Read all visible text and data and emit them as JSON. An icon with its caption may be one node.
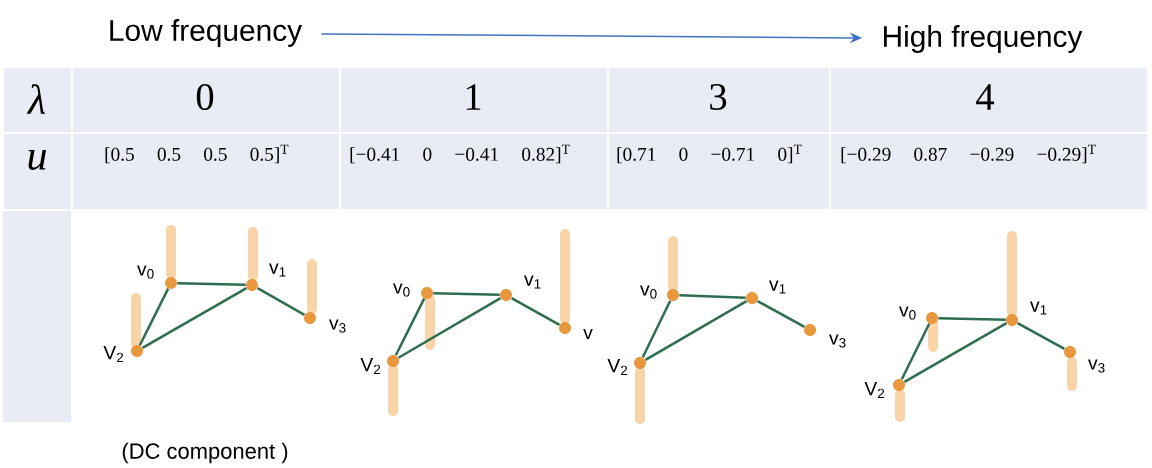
{
  "diagram": {
    "nodes": [
      {
        "text": [
          "Low frequency"
        ]
      },
      {
        "text": [
          "High frequency"
        ]
      },
      {
        "text": [],
        "shape": "circle",
        "beside": [
          "v$_{0}$"
        ]
      },
      {
        "text": [],
        "shape": "circle",
        "beside": [
          "v$_{1}$"
        ]
      },
      {
        "text": [],
        "shape": "circle",
        "beside": [
          "V$_{2}$"
        ]
      },
      {
        "text": [],
        "shape": "circle",
        "beside": [
          "v$_{3}$"
        ]
      },
      {
        "text": [],
        "shape": "circle",
        "beside": [
          "v$_{0}$"
        ]
      },
      {
        "text": [],
        "shape": "circle",
        "beside": [
          "v$_{1}$"
        ]
      },
      {
        "text": [],
        "shape": "circle",
        "beside": [
          "V$_{2}$"
        ]
      },
      {
        "text": [],
        "shape": "circle",
        "beside": [
          "v"
        ]
      },
      {
        "text": [],
        "shape": "circle",
        "beside": [
          "v$_{0}$"
        ]
      },
      {
        "text": [],
        "shape": "circle",
        "beside": [
          "v$_{1}$"
        ]
      },
      {
        "text": [],
        "shape": "circle",
        "beside": [
          "V$_{2}$"
        ]
      },
      {
        "text": [],
        "shape": "circle",
        "beside": [
          "v$_{3}$"
        ]
      },
      {
        "text": [],
        "shape": "circle",
        "beside": [
          "v$_{0}$"
        ]
      },
      {
        "text": [],
        "shape": "circle",
        "beside": [
          "v$_{1}$"
        ]
      },
      {
        "text": [],
        "shape": "circle",
        "beside": [
          "V$_{2}$"
        ]
      },
      {
        "text": [],
        "shape": "circle",
        "beside": [
          "v$_{3}$"
        ]
      }
    ],
    "edges": [
      {
        "from": 0,
        "to": 1,
        "arrow": "to",
        "color": "#4472c4"
      },
      {
        "from": 2,
        "to": 3,
        "arrow": "none"
      },
      {
        "from": 2,
        "to": 4,
        "arrow": "none"
      },
      {
        "from": 3,
        "to": 4,
        "arrow": "none"
      },
      {
        "from": 3,
        "to": 5,
        "arrow": "none"
      },
      {
        "from": 6,
        "to": 7,
        "arrow": "none"
      },
      {
        "from": 6,
        "to": 8,
        "arrow": "none"
      },
      {
        "from": 7,
        "to": 8,
        "arrow": "none"
      },
      {
        "from": 7,
        "to": 9,
        "arrow": "none"
      },
      {
        "from": 10,
        "to": 11,
        "arrow": "none"
      },
      {
        "from": 10,
        "to": 12,
        "arrow": "none"
      },
      {
        "from": 11,
        "to": 12,
        "arrow": "none"
      },
      {
        "from": 11,
        "to": 13,
        "arrow": "none"
      },
      {
        "from": 14,
        "to": 15,
        "arrow": "none"
      },
      {
        "from": 14,
        "to": 16,
        "arrow": "none"
      },
      {
        "from": 15,
        "to": 16,
        "arrow": "none"
      },
      {
        "from": 15,
        "to": 17,
        "arrow": "none"
      }
    ],
    "labels": [
      "λ",
      "0",
      "1",
      "3",
      "4",
      "u",
      "[0.5 0.5 0.5 0.5]$^{T}$",
      "[−0.41 0 −0.41 0.82]$^{T}$",
      "[0.71 0 −0.71 0]$^{T}$",
      "[−0.29 0.87 −0.29 −0.29]$^{T}$",
      "(DC component )"
    ]
  }
}
